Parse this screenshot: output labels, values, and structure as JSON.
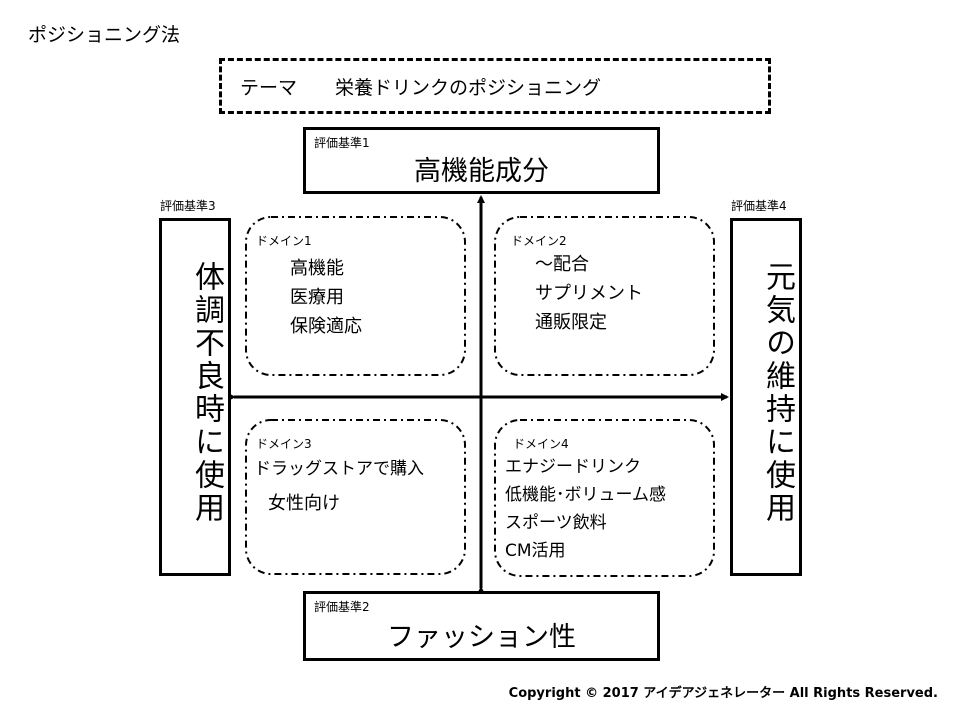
{
  "title": "ポジショニング法",
  "theme": {
    "label": "テーマ",
    "value": "栄養ドリンクのポジショニング"
  },
  "criteria": [
    {
      "label": "評価基準1",
      "name": "高機能成分"
    },
    {
      "label": "評価基準2",
      "name": "ファッション性"
    },
    {
      "label": "評価基準3",
      "name": "体調不良時に使用"
    },
    {
      "label": "評価基準4",
      "name": "元気の維持に使用"
    }
  ],
  "domains": [
    {
      "label": "ドメイン1",
      "items": [
        "高機能",
        "医療用",
        "保険適応"
      ]
    },
    {
      "label": "ドメイン2",
      "items": [
        "～配合",
        "サプリメント",
        "通販限定"
      ]
    },
    {
      "label": "ドメイン3",
      "items": [
        "ドラッグストアで購入",
        "女性向け"
      ]
    },
    {
      "label": "ドメイン4",
      "items": [
        "エナジードリンク",
        "低機能･ボリューム感",
        "スポーツ飲料",
        "CM活用"
      ]
    }
  ],
  "copyright": "Copyright © 2017 アイデアジェネレーター All Rights Reserved."
}
